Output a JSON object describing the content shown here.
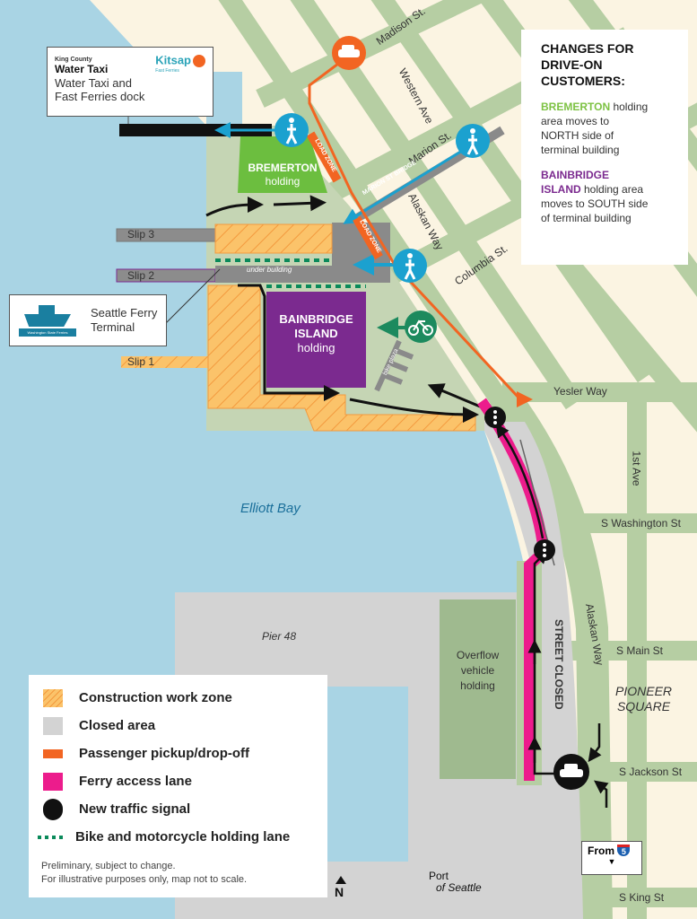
{
  "water_taxi_box": {
    "brand1_line1": "King County",
    "brand1_line2": "Water Taxi",
    "brand2": "Kitsap",
    "brand2_sub": "Fast Ferries",
    "text_line1": "Water Taxi and",
    "text_line2": "Fast Ferries dock"
  },
  "ferry_terminal_box": {
    "logo_text": "Washington State Ferries",
    "line1": "Seattle Ferry",
    "line2": "Terminal"
  },
  "changes_box": {
    "title_line1": "CHANGES FOR",
    "title_line2": "DRIVE-ON",
    "title_line3": "CUSTOMERS:",
    "p1_highlight": "BREMERTON",
    "p1_line1_rest": " holding",
    "p1_line2": "area moves to",
    "p1_line3": "NORTH side of",
    "p1_line4": "terminal building",
    "p2_highlight1": "BAINBRIDGE",
    "p2_highlight2": "ISLAND",
    "p2_line2_rest": " holding area",
    "p2_line3": "moves to SOUTH side",
    "p2_line4": "of terminal building"
  },
  "map": {
    "streets": {
      "madison": "Madison St.",
      "western": "Western Ave",
      "marion": "Marion St.",
      "alaskan_north": "Alaskan Way",
      "columbia": "Columbia St.",
      "yesler": "Yesler Way",
      "first_ave": "1st Ave",
      "washington": "S Washington St",
      "alaskan_south": "Alaskan Way",
      "main": "S Main St",
      "jackson": "S Jackson St",
      "king": "S King St"
    },
    "marion_bridge": "MARION ST BRIDGE",
    "load_zone_1": "LOAD ZONE",
    "load_zone_2": "LOAD ZONE",
    "bike_plaza": "bike plaza",
    "bremerton": {
      "name": "BREMERTON",
      "sub": "holding"
    },
    "bainbridge": {
      "name1": "BAINBRIDGE",
      "name2": "ISLAND",
      "sub": "holding"
    },
    "slips": [
      "Slip 3",
      "Slip 2",
      "Slip 1"
    ],
    "under_building": "under building",
    "elliott_bay": "Elliott Bay",
    "pier48": "Pier 48",
    "overflow": {
      "line1": "Overflow",
      "line2": "vehicle",
      "line3": "holding"
    },
    "street_closed": "STREET CLOSED",
    "pioneer_square": {
      "line1": "PIONEER",
      "line2": "SQUARE"
    },
    "from_i5": {
      "label": "From",
      "shield": "5"
    },
    "north": "N",
    "port_logo": {
      "line1": "Port",
      "line2": "of Seattle"
    }
  },
  "legend": {
    "items": [
      {
        "label": "Construction work zone",
        "color": "#fbc36a"
      },
      {
        "label": "Closed area",
        "color": "#d3d3d3"
      },
      {
        "label": "Passenger pickup/drop-off",
        "color": "#f26522"
      },
      {
        "label": "Ferry access lane",
        "color": "#ec1c8c"
      },
      {
        "label": "New traffic signal",
        "color": "#111111"
      },
      {
        "label": "Bike and motorcycle holding lane",
        "color": "#0a8a5a"
      }
    ],
    "note1": "Preliminary, subject to change.",
    "note2": "For illustrative purposes only, map not to scale."
  },
  "colors": {
    "water": "#a9d4e4",
    "street": "#b6cea3",
    "land": "#fbf4e2",
    "closed": "#d3d3d3",
    "bremerton": "#6cbe3f",
    "bainbridge": "#7b2a8f",
    "pedestrian": "#1ba1cf",
    "bike": "#1c8a5e"
  }
}
